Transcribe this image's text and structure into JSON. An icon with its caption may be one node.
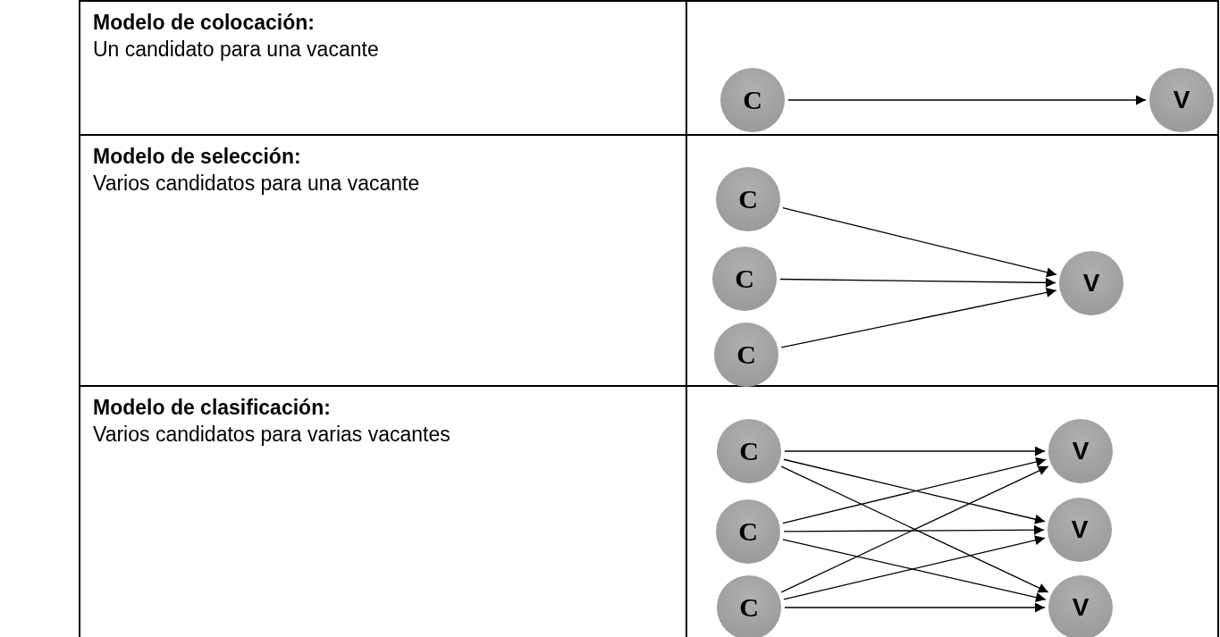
{
  "diagram": {
    "nodes": [
      {
        "text": [
          "C"
        ]
      },
      {
        "text": [
          "V"
        ]
      },
      {
        "text": [
          "C"
        ]
      },
      {
        "text": [
          "C"
        ]
      },
      {
        "text": [
          "C"
        ]
      },
      {
        "text": [
          "V"
        ]
      },
      {
        "text": [
          "C"
        ]
      },
      {
        "text": [
          "C"
        ]
      },
      {
        "text": [
          "C"
        ]
      },
      {
        "text": [
          "V"
        ]
      },
      {
        "text": [
          "V"
        ]
      },
      {
        "text": [
          "V"
        ]
      }
    ],
    "edges": [
      {
        "from": 0,
        "to": 1,
        "arrow": "to"
      },
      {
        "from": 2,
        "to": 5,
        "arrow": "to"
      },
      {
        "from": 3,
        "to": 5,
        "arrow": "to"
      },
      {
        "from": 4,
        "to": 5,
        "arrow": "to"
      },
      {
        "from": 6,
        "to": 9,
        "arrow": "to"
      },
      {
        "from": 6,
        "to": 10,
        "arrow": "to"
      },
      {
        "from": 6,
        "to": 11,
        "arrow": "to"
      },
      {
        "from": 7,
        "to": 9,
        "arrow": "to"
      },
      {
        "from": 7,
        "to": 10,
        "arrow": "to"
      },
      {
        "from": 7,
        "to": 11,
        "arrow": "to"
      },
      {
        "from": 8,
        "to": 9,
        "arrow": "to"
      },
      {
        "from": 8,
        "to": 10,
        "arrow": "to"
      },
      {
        "from": 8,
        "to": 11,
        "arrow": "to"
      }
    ],
    "labels": [
      "Modelo de colocación:",
      "Un candidato para una vacante",
      "Modelo de selección:",
      "Varios candidatos para una vacante",
      "Modelo de clasificación:",
      "Varios candidatos para varias vacantes"
    ]
  }
}
